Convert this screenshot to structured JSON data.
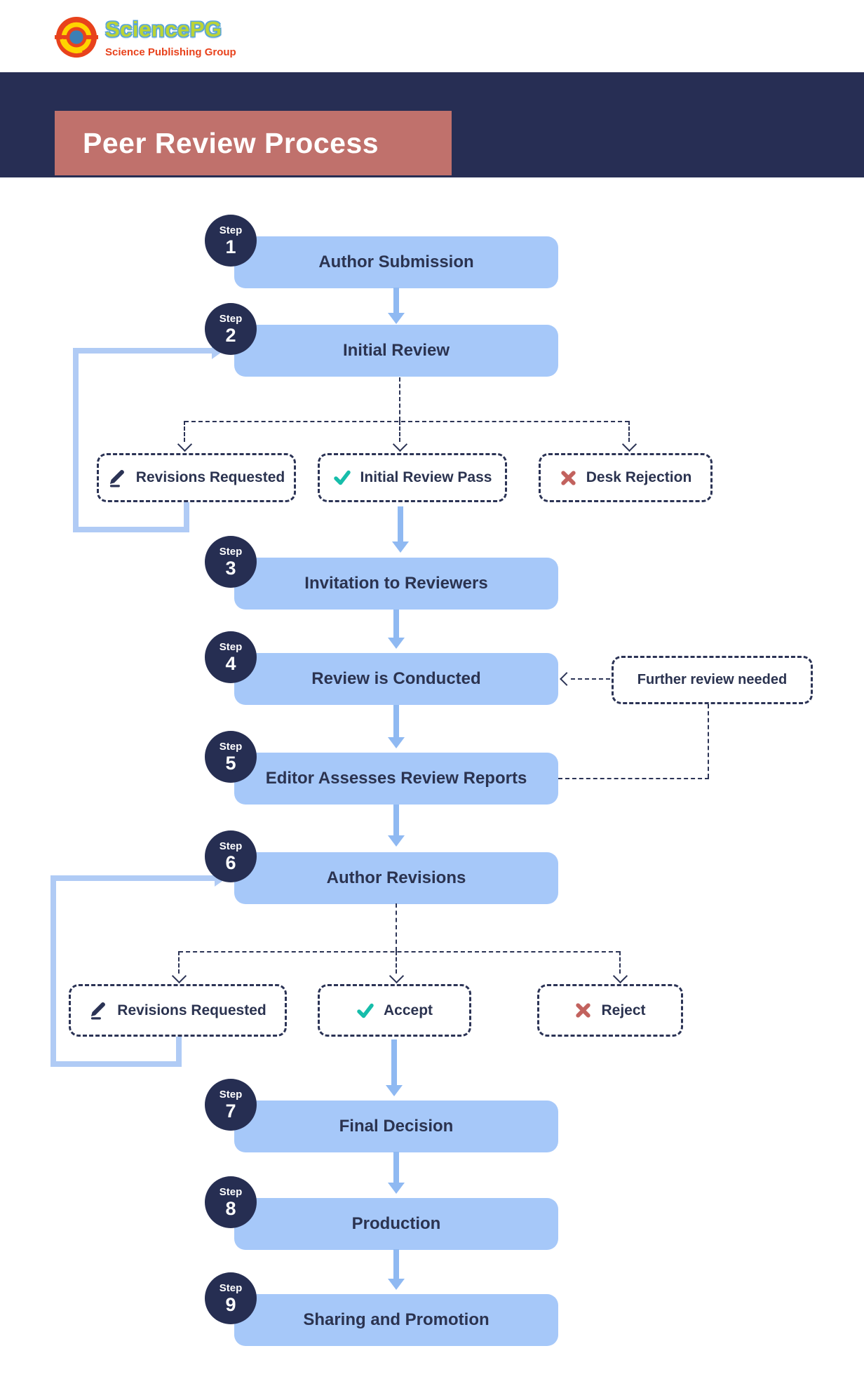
{
  "logo": {
    "brand": "SciencePG",
    "tagline": "Science Publishing Group"
  },
  "banner": {
    "title": "Peer Review Process"
  },
  "step_word": "Step",
  "steps": [
    {
      "num": "1",
      "label": "Author Submission"
    },
    {
      "num": "2",
      "label": "Initial Review"
    },
    {
      "num": "3",
      "label": "Invitation to Reviewers"
    },
    {
      "num": "4",
      "label": "Review is Conducted"
    },
    {
      "num": "5",
      "label": "Editor Assesses Review Reports"
    },
    {
      "num": "6",
      "label": "Author Revisions"
    },
    {
      "num": "7",
      "label": "Final Decision"
    },
    {
      "num": "8",
      "label": "Production"
    },
    {
      "num": "9",
      "label": "Sharing and Promotion"
    }
  ],
  "round1": [
    {
      "label": "Revisions Requested",
      "icon": "pencil-icon"
    },
    {
      "label": "Initial Review Pass",
      "icon": "check-icon"
    },
    {
      "label": "Desk Rejection",
      "icon": "x-icon"
    }
  ],
  "round2": [
    {
      "label": "Revisions Requested",
      "icon": "pencil-icon"
    },
    {
      "label": "Accept",
      "icon": "check-icon"
    },
    {
      "label": "Reject",
      "icon": "x-icon"
    }
  ],
  "annotations": {
    "further_review": "Further review needed"
  },
  "colors": {
    "navy": "#272e54",
    "step_box_blue": "#a6c8f9",
    "arrow_blue": "#8fb9f2",
    "loop_blue": "#b0cbf5",
    "title_box_red": "#c0716c",
    "check_teal": "#16bdaa",
    "reject_red": "#c2625e",
    "logo_orange": "#e8421c",
    "logo_green": "#bcd435",
    "logo_blue": "#3c7fb5"
  }
}
